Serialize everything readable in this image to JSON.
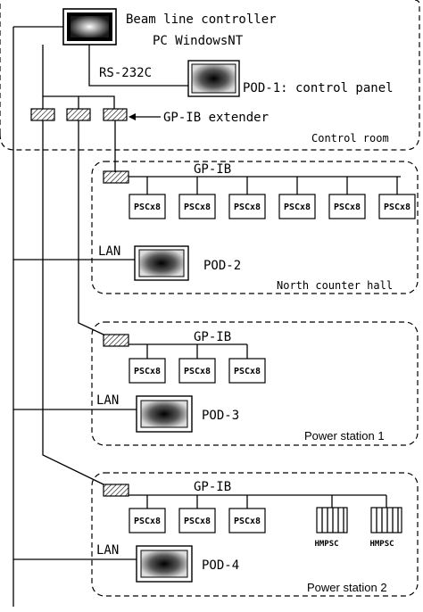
{
  "controller": {
    "title": "Beam line controller",
    "subtitle": "PC WindowsNT"
  },
  "rs232c": "RS-232C",
  "pod1": "POD-1: control panel",
  "gpib_extender": "GP-IB extender",
  "control_room": "Control room",
  "gpib": "GP-IB",
  "lan": "LAN",
  "psc": "PSCx8",
  "hmpsc": "HMPSC",
  "pods": [
    "POD-2",
    "POD-3",
    "POD-4"
  ],
  "zones": [
    "North counter hall",
    "Power station 1",
    "Power station 2"
  ]
}
